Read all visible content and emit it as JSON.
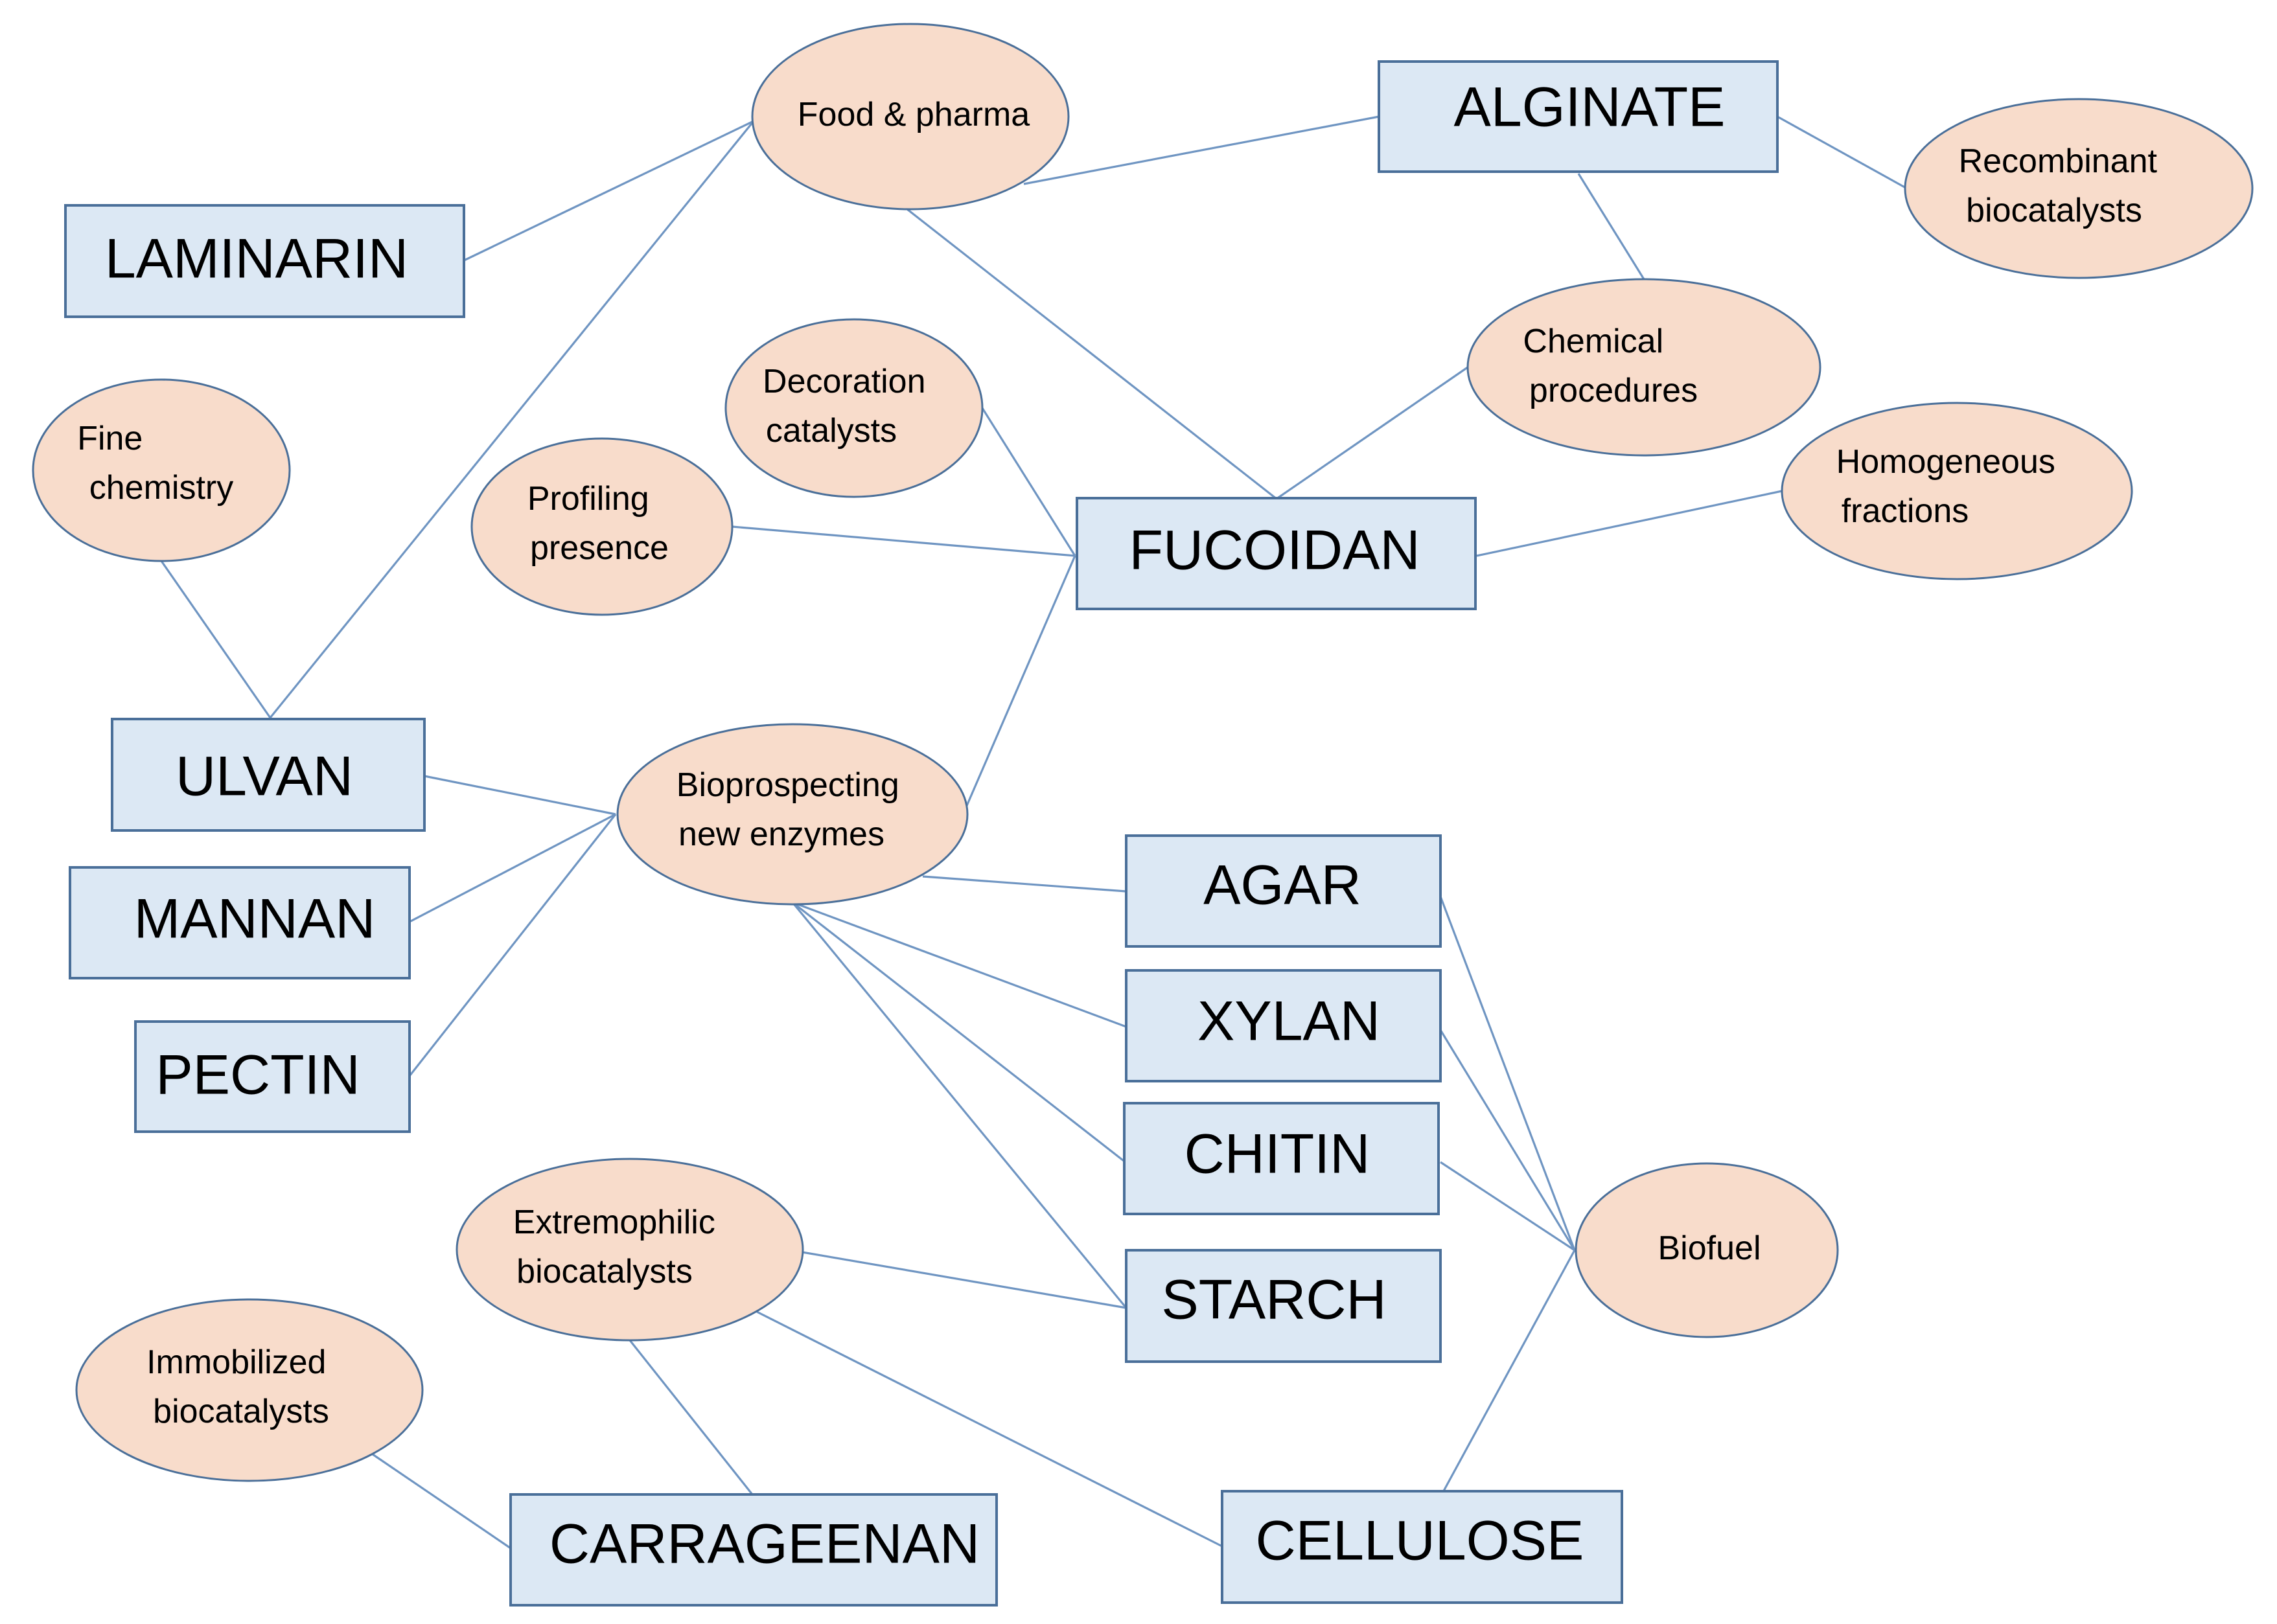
{
  "colors": {
    "box_fill": "#dce8f4",
    "box_stroke": "#4a6f99",
    "oval_fill": "#f8dccb",
    "edge": "#6f95c2"
  },
  "polysaccharides": {
    "laminarin": "LAMINARIN",
    "alginate": "ALGINATE",
    "fucoidan": "FUCOIDAN",
    "ulvan": "ULVAN",
    "mannan": "MANNAN",
    "pectin": "PECTIN",
    "agar": "AGAR",
    "xylan": "XYLAN",
    "chitin": "CHITIN",
    "starch": "STARCH",
    "carrageenan": "CARRAGEENAN",
    "cellulose": "CELLULOSE"
  },
  "applications": {
    "food_pharma": [
      "Food & pharma"
    ],
    "recombinant": [
      "Recombinant",
      "biocatalysts"
    ],
    "chemical": [
      "Chemical",
      "procedures"
    ],
    "decoration": [
      "Decoration",
      "catalysts"
    ],
    "fine_chemistry": [
      "Fine",
      "chemistry"
    ],
    "profiling": [
      "Profiling",
      "presence"
    ],
    "homogeneous": [
      "Homogeneous",
      "fractions"
    ],
    "bioprospecting": [
      "Bioprospecting",
      "new enzymes"
    ],
    "extremophilic": [
      "Extremophilic",
      "biocatalysts"
    ],
    "immobilized": [
      "Immobilized",
      "biocatalysts"
    ],
    "biofuel": [
      "Biofuel"
    ]
  }
}
